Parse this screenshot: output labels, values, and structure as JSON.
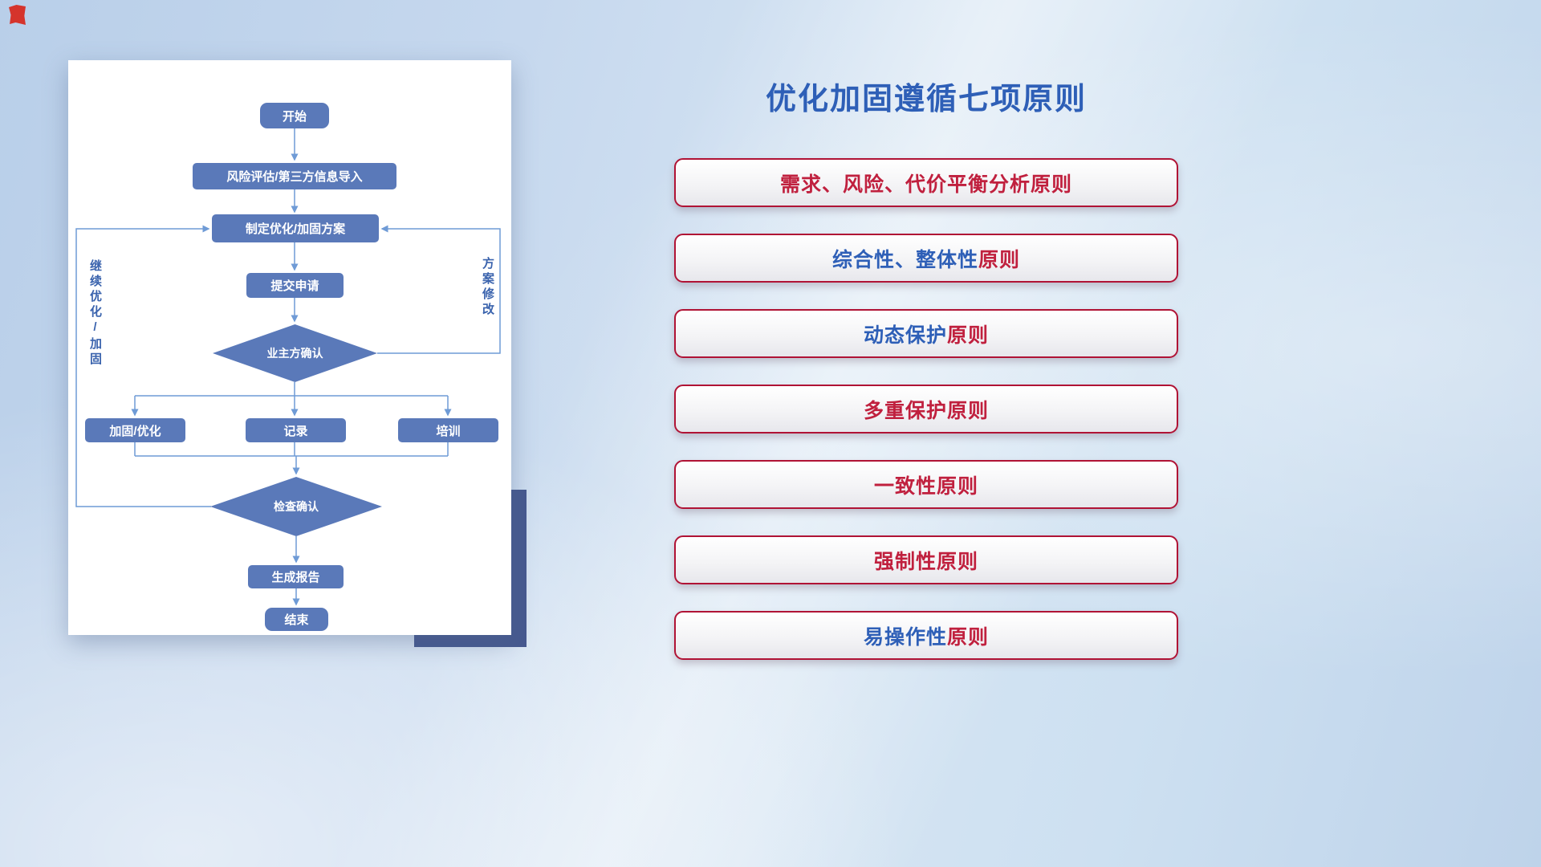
{
  "icons": {
    "corner_mark": "red-logo-mark"
  },
  "flowchart": {
    "node_color": "#5a79b9",
    "arrow_color": "#6f9bd6",
    "nodes": [
      {
        "id": "start",
        "label": "开始"
      },
      {
        "id": "import",
        "label": "风险评估/第三方信息导入"
      },
      {
        "id": "plan",
        "label": "制定优化/加固方案"
      },
      {
        "id": "submit",
        "label": "提交申请"
      },
      {
        "id": "owner-confirm",
        "label": "业主方确认"
      },
      {
        "id": "harden",
        "label": "加固/优化"
      },
      {
        "id": "record",
        "label": "记录"
      },
      {
        "id": "training",
        "label": "培训"
      },
      {
        "id": "check-confirm",
        "label": "检查确认"
      },
      {
        "id": "report",
        "label": "生成报告"
      },
      {
        "id": "end",
        "label": "结束"
      }
    ],
    "edge_labels": {
      "left_loop": "继续优化/加固",
      "right_loop": "方案修改"
    }
  },
  "title": "优化加固遵循七项原则",
  "colors": {
    "title_blue": "#2e5fb7",
    "principle_red": "#c0203e",
    "principle_blue": "#2e5fb7",
    "principle_border": "#b01335"
  },
  "principles": [
    {
      "segments": [
        {
          "text": "需求、风险、代价平衡分析原则",
          "color": "#c0203e"
        }
      ]
    },
    {
      "segments": [
        {
          "text": "综合性、整体性",
          "color": "#2e5fb7"
        },
        {
          "text": "原则",
          "color": "#c0203e"
        }
      ]
    },
    {
      "segments": [
        {
          "text": "动态保护",
          "color": "#2e5fb7"
        },
        {
          "text": "原则",
          "color": "#c0203e"
        }
      ]
    },
    {
      "segments": [
        {
          "text": "多重保护原则",
          "color": "#c0203e"
        }
      ]
    },
    {
      "segments": [
        {
          "text": "一致性原则",
          "color": "#c0203e"
        }
      ]
    },
    {
      "segments": [
        {
          "text": "强制性原则",
          "color": "#c0203e"
        }
      ]
    },
    {
      "segments": [
        {
          "text": "易操作性",
          "color": "#2e5fb7"
        },
        {
          "text": "原则",
          "color": "#c0203e"
        }
      ]
    }
  ]
}
